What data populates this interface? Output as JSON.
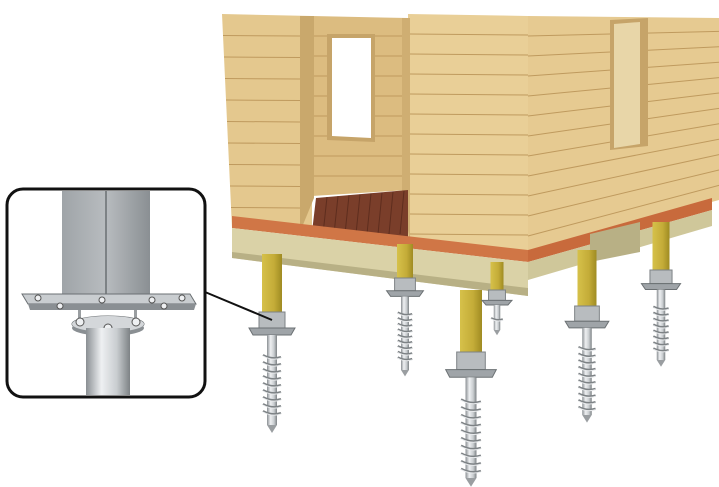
{
  "diagram": {
    "subject": "timber-frame-house-on-screw-piles",
    "callout": "detail-inset-pile-head-connection",
    "visible_text": []
  },
  "colors": {
    "wall_light": "#e9cf97",
    "wall_mid": "#dcbc80",
    "wall_shadow": "#c7a468",
    "plank_line": "#bf9a5e",
    "window_frame": "#c6a469",
    "window_glass": "#ffffff",
    "floor_dark": "#7a3e2a",
    "joist_orange": "#d07646",
    "beam_olive": "#dad2a7",
    "beam_shadow": "#b8b085",
    "post_yellow": "#c4ac38",
    "post_shadow": "#9f8b22",
    "steel_light": "#e2e4e6",
    "steel_mid": "#b8bcbf",
    "steel_dark": "#7d8285",
    "inset_border": "#111111"
  },
  "piles": [
    {
      "id": "front-left"
    },
    {
      "id": "front-center"
    },
    {
      "id": "front-right"
    },
    {
      "id": "back-right"
    },
    {
      "id": "middle-left"
    },
    {
      "id": "middle-center"
    }
  ]
}
